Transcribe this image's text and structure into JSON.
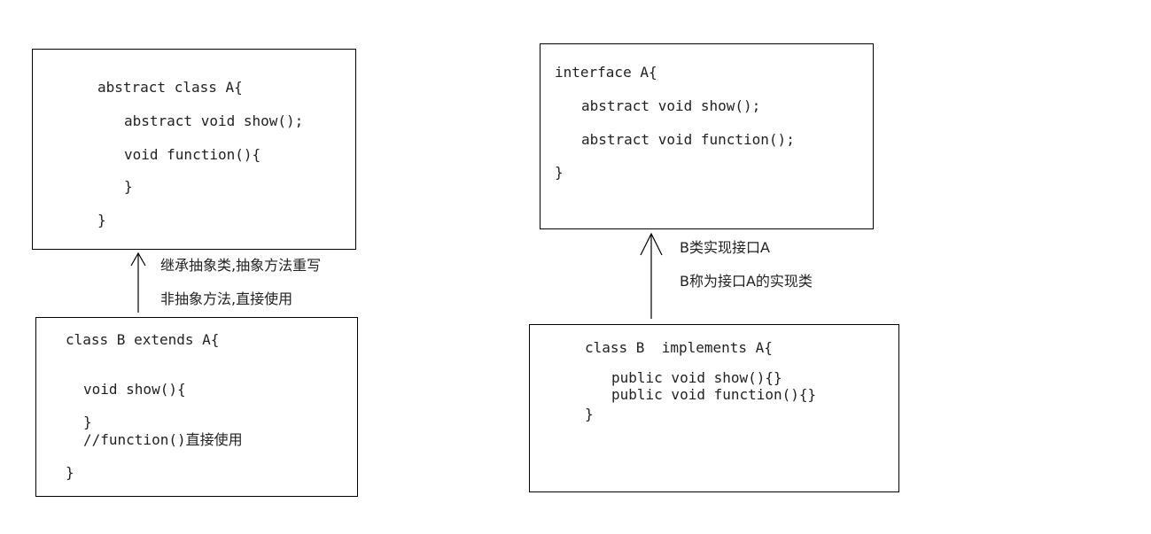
{
  "abstract_example": {
    "parent_code": [
      "abstract class A{",
      "abstract void show();",
      "void function(){",
      "}",
      "}"
    ],
    "relation_labels": [
      "继承抽象类,抽象方法重写",
      "非抽象方法,直接使用"
    ],
    "child_code": [
      "class B extends A{",
      "void show(){",
      "}",
      "//function()直接使用",
      "}"
    ]
  },
  "interface_example": {
    "parent_code": [
      "interface A{",
      "abstract void show();",
      "abstract void function();",
      "}"
    ],
    "relation_labels": [
      "B类实现接口A",
      "B称为接口A的实现类"
    ],
    "child_code": [
      "class B  implements A{",
      "public void show(){}",
      "public void function(){}",
      "}"
    ]
  }
}
